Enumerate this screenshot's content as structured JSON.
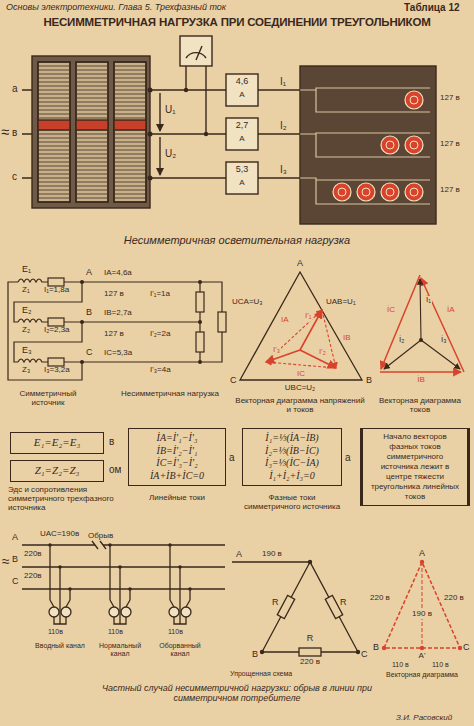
{
  "diagram": {
    "title": "НЕСИММЕТРИЧНАЯ НАГРУЗКА ПРИ СОЕДИНЕНИИ ТРЕУГОЛЬНИКОМ",
    "caption": "Частный случай несимметричной нагрузки: обрыв в линии при симметричном потребителе",
    "nodes": [
      {
        "text": [
          "E₁=E₂=E₃"
        ]
      },
      {
        "text": [
          "Z₁=Z₂=Z₃"
        ]
      },
      {
        "text": [
          "İA=İ'₁−İ'₃",
          "İB=İ'₂−İ'₁",
          "İC=İ'₃−İ'₂",
          "İA+İB+İC=0"
        ]
      },
      {
        "text": [
          "İ₁=⅓(İA−İB)",
          "İ₂=⅓(İB−İC)",
          "İ₃=⅓(İC−İA)",
          "İ₁+İ₂+İ₃=0"
        ]
      },
      {
        "text": [
          "Начало векторов фазных токов симметричного источника лежит в центре тяжести треугольника линейных токов"
        ]
      }
    ],
    "labels": [
      "Основы электротехники. Глава 5. Трехфазный ток",
      "Таблица 12",
      "Несимметричная осветительная нагрузка",
      "а",
      "в",
      "с",
      "≈",
      "U₁",
      "U₂",
      "4,6",
      "А",
      "2,7",
      "А",
      "5,3",
      "А",
      "I₁",
      "I₂",
      "I₃",
      "127 в",
      "127 в",
      "127 в",
      "E₁",
      "Z₁",
      "I₁=1,8а",
      "E₂",
      "Z₂",
      "I₂=2,3а",
      "E₃",
      "Z₃",
      "I₃=3,2а",
      "A",
      "B",
      "C",
      "IA=4,6а",
      "IB=2,7а",
      "IC=5,3а",
      "127 в",
      "127 в",
      "I'₁=1а",
      "I'₂=2а",
      "I'₃=4а",
      "Симметричный источник",
      "Несимметричная нагрузка",
      "A",
      "B",
      "C",
      "UCA=U₃",
      "UAB=U₁",
      "UBC=U₂",
      "I'₁",
      "I'₂",
      "I'₃",
      "IA",
      "IB",
      "IC",
      "Векторная диаграмма напряжений и токов",
      "İA",
      "İB",
      "İC",
      "İ₁",
      "İ₂",
      "İ₃",
      "Векторная диаграмма токов",
      "в",
      "ом",
      "Эдс и сопротивления симметричного трехфазного источника",
      "а",
      "Линейные токи",
      "а",
      "Фазные токи симметричного источника",
      "≈",
      "A",
      "B",
      "C",
      "UAC=190в",
      "Обрыв",
      "220в",
      "220в",
      "110в",
      "110в",
      "110в",
      "Вводный канал",
      "Нормальный канал",
      "Оборванный канал",
      "A",
      "190 в",
      "B",
      "C",
      "R",
      "R",
      "R",
      "220 в",
      "Упрощенная схема",
      "A",
      "B",
      "A'",
      "C",
      "220 в",
      "220 в",
      "190 в",
      "110 в",
      "110 в",
      "Векторная диаграмма",
      "З.И. Расовский"
    ]
  }
}
